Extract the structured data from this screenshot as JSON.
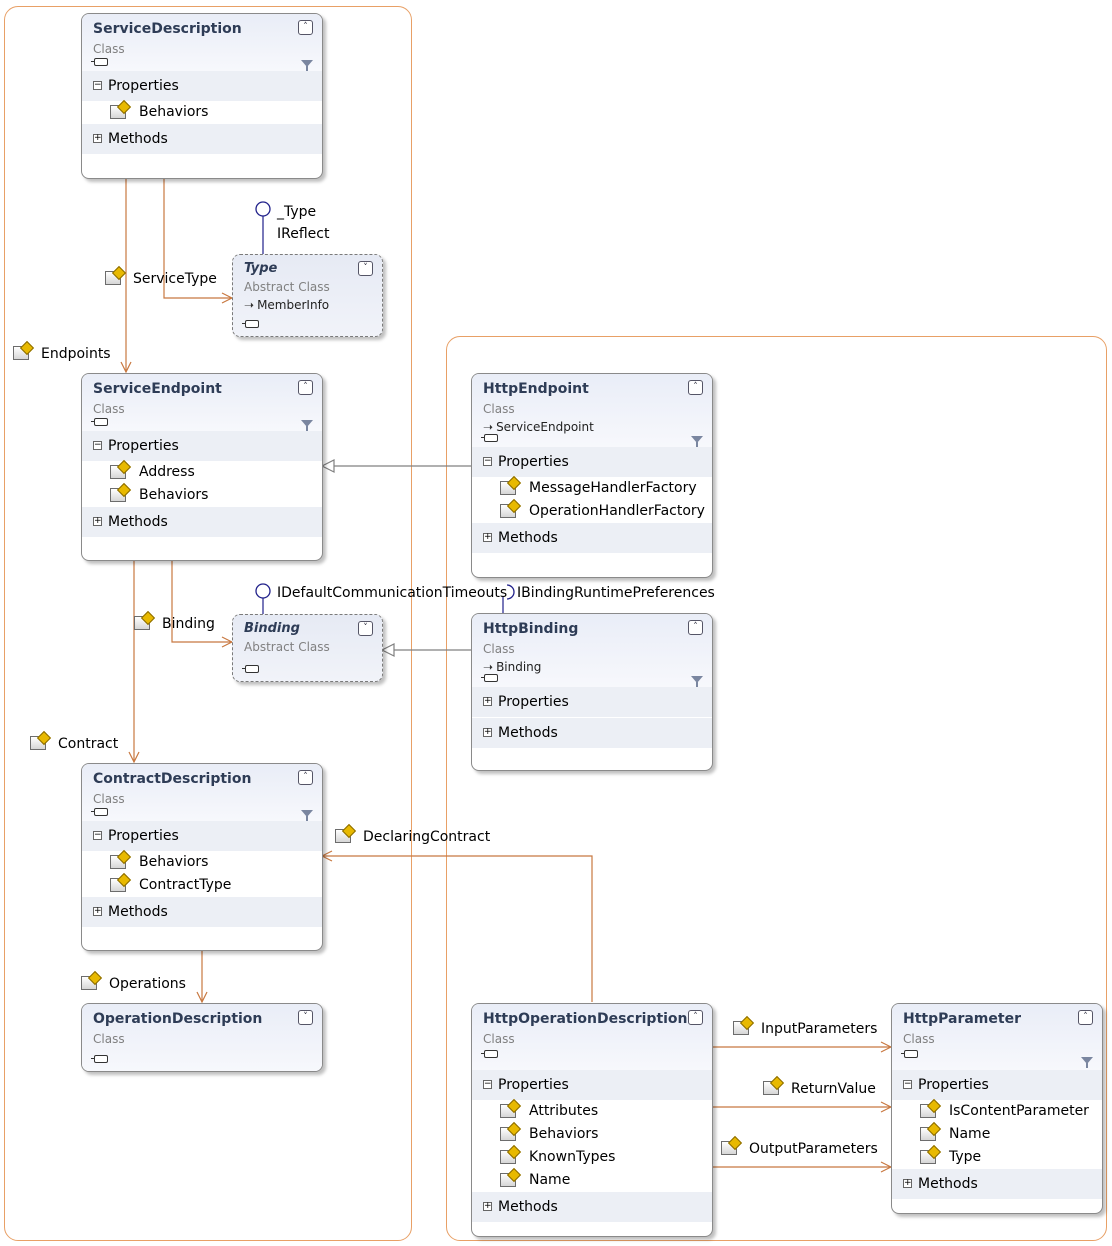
{
  "classes": {
    "service_description": {
      "name": "ServiceDescription",
      "kind": "Class",
      "props_label": "Properties",
      "properties": [
        "Behaviors"
      ],
      "methods_label": "Methods"
    },
    "type": {
      "name": "Type",
      "kind": "Abstract Class",
      "base": "MemberInfo"
    },
    "service_endpoint": {
      "name": "ServiceEndpoint",
      "kind": "Class",
      "props_label": "Properties",
      "properties": [
        "Address",
        "Behaviors"
      ],
      "methods_label": "Methods"
    },
    "http_endpoint": {
      "name": "HttpEndpoint",
      "kind": "Class",
      "base": "ServiceEndpoint",
      "props_label": "Properties",
      "properties": [
        "MessageHandlerFactory",
        "OperationHandlerFactory"
      ],
      "methods_label": "Methods"
    },
    "binding": {
      "name": "Binding",
      "kind": "Abstract Class"
    },
    "http_binding": {
      "name": "HttpBinding",
      "kind": "Class",
      "base": "Binding",
      "props_label": "Properties",
      "methods_label": "Methods"
    },
    "contract_description": {
      "name": "ContractDescription",
      "kind": "Class",
      "props_label": "Properties",
      "properties": [
        "Behaviors",
        "ContractType"
      ],
      "methods_label": "Methods"
    },
    "operation_description": {
      "name": "OperationDescription",
      "kind": "Class"
    },
    "http_operation_description": {
      "name": "HttpOperationDescription",
      "kind": "Class",
      "props_label": "Properties",
      "properties": [
        "Attributes",
        "Behaviors",
        "KnownTypes",
        "Name"
      ],
      "methods_label": "Methods"
    },
    "http_parameter": {
      "name": "HttpParameter",
      "kind": "Class",
      "props_label": "Properties",
      "properties": [
        "IsContentParameter",
        "Name",
        "Type"
      ],
      "methods_label": "Methods"
    }
  },
  "interfaces": {
    "type_interfaces": [
      "_Type",
      "IReflect"
    ],
    "binding_interface": "IDefaultCommunicationTimeouts",
    "http_binding_interface": "IBindingRuntimePreferences"
  },
  "associations": {
    "service_type": "ServiceType",
    "endpoints": "Endpoints",
    "binding": "Binding",
    "contract": "Contract",
    "operations": "Operations",
    "declaring_contract": "DeclaringContract",
    "input_parameters": "InputParameters",
    "return_value": "ReturnValue",
    "output_parameters": "OutputParameters"
  },
  "colors": {
    "association": "#c87840",
    "inheritance": "#808080",
    "group_border": "#e8a066",
    "interface": "#20208a"
  }
}
